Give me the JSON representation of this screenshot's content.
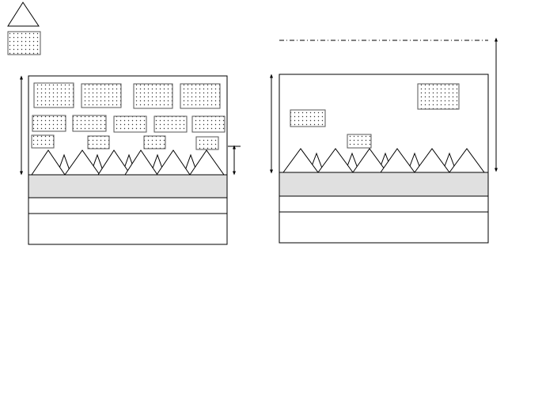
{
  "legend": {
    "items": [
      {
        "shape": "triangle-icon"
      },
      {
        "shape": "dotted-rectangle-icon"
      }
    ]
  },
  "panels": [
    {
      "id": "left",
      "particle_rows": [
        4,
        5,
        4
      ],
      "triangle_peaks": 6
    },
    {
      "id": "right",
      "particles": 3,
      "triangle_peaks": 6
    }
  ],
  "colors": {
    "line": "#000000",
    "band": "#e0e0e0",
    "particle_stroke": "#555555",
    "background": "#ffffff"
  }
}
